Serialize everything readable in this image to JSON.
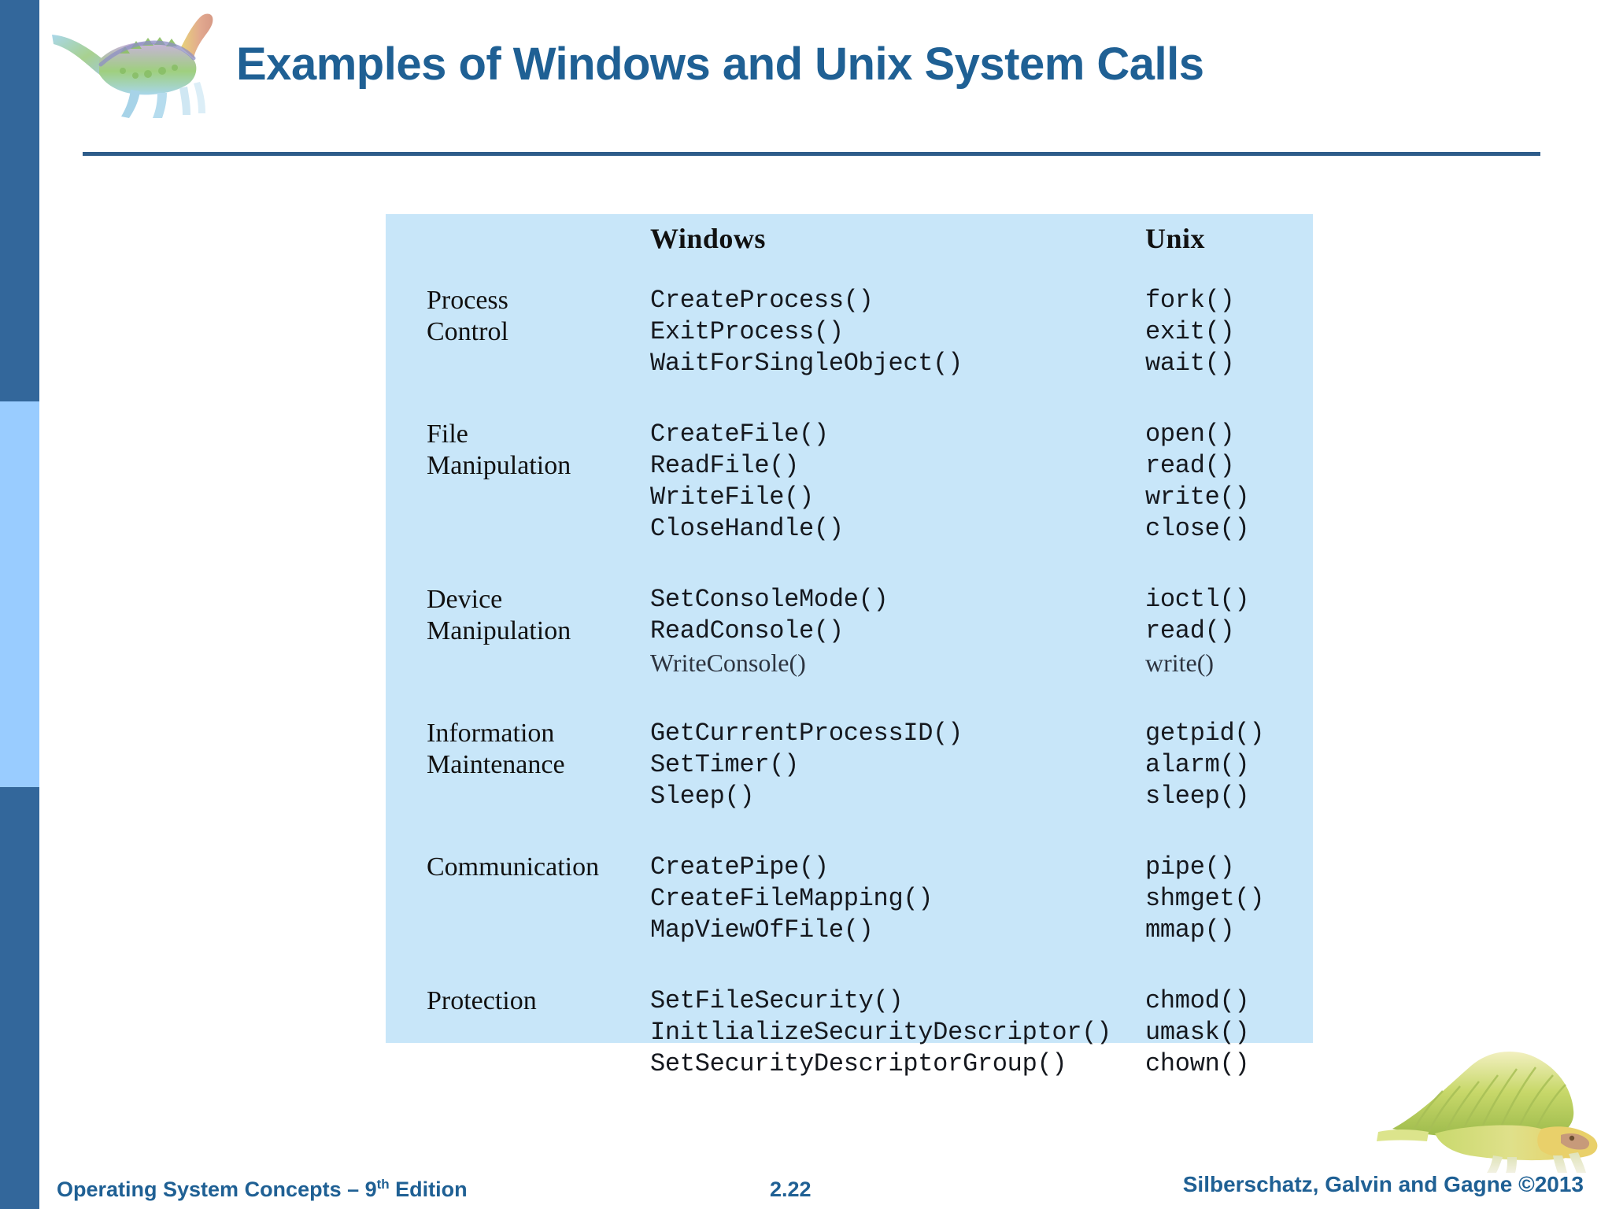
{
  "slide": {
    "title": "Examples of Windows and  Unix System Calls",
    "page_number": "2.22",
    "accent_color": "#1F6094",
    "rule_color": "#2E5C8A",
    "sidebar_dark_color": "#33679B",
    "sidebar_light_color": "#99CCFF",
    "panel_color": "#C8E6F9"
  },
  "table": {
    "headers": {
      "category": "",
      "windows": "Windows",
      "unix": "Unix"
    },
    "groups": [
      {
        "category_lines": [
          "Process",
          "Control"
        ],
        "windows": [
          "CreateProcess()",
          "ExitProcess()",
          "WaitForSingleObject()"
        ],
        "unix": [
          "fork()",
          "exit()",
          "wait()"
        ]
      },
      {
        "category_lines": [
          "File",
          "Manipulation"
        ],
        "windows": [
          "CreateFile()",
          "ReadFile()",
          "WriteFile()",
          "CloseHandle()"
        ],
        "unix": [
          "open()",
          "read()",
          "write()",
          "close()"
        ]
      },
      {
        "category_lines": [
          "Device",
          "Manipulation"
        ],
        "windows": [
          "SetConsoleMode()",
          "ReadConsole()",
          "WriteConsole()"
        ],
        "unix": [
          "ioctl()",
          "read()",
          "write()"
        ]
      },
      {
        "category_lines": [
          "Information",
          "Maintenance"
        ],
        "windows": [
          "GetCurrentProcessID()",
          "SetTimer()",
          "Sleep()"
        ],
        "unix": [
          "getpid()",
          "alarm()",
          "sleep()"
        ]
      },
      {
        "category_lines": [
          "Communication"
        ],
        "windows": [
          "CreatePipe()",
          "CreateFileMapping()",
          "MapViewOfFile()"
        ],
        "unix": [
          "pipe()",
          "shmget()",
          "mmap()"
        ]
      },
      {
        "category_lines": [
          "Protection"
        ],
        "windows": [
          "SetFileSecurity()",
          "InitlializeSecurityDescriptor()",
          "SetSecurityDescriptorGroup()"
        ],
        "unix": [
          "chmod()",
          "umask()",
          "chown()"
        ]
      }
    ]
  },
  "footer": {
    "book_prefix": "Operating System Concepts – 9",
    "book_sup": "th",
    "book_suffix": " Edition",
    "copyright": "Silberschatz, Galvin and Gagne ©2013"
  },
  "icons": {
    "dino_top": "dinosaur-illustration",
    "dino_bottom": "dimetrodon-illustration"
  }
}
